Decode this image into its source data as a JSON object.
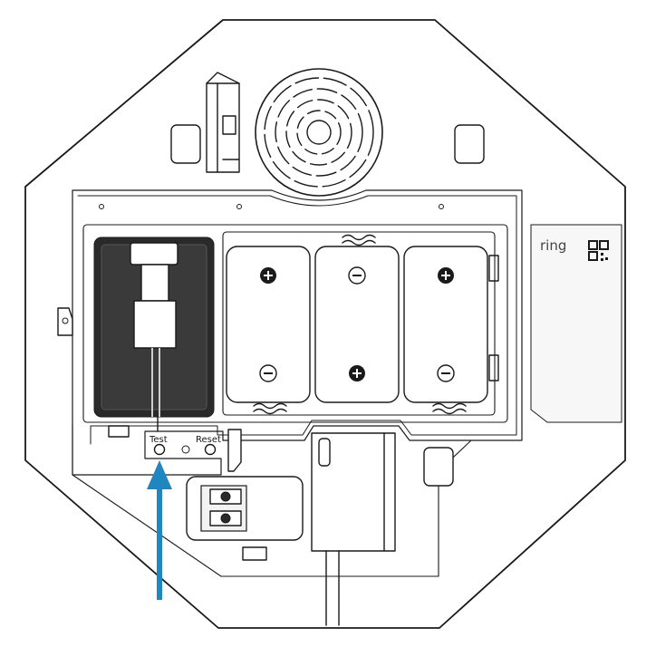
{
  "labels": {
    "test": "Test",
    "reset": "Reset",
    "brand": "ring"
  },
  "batteries": [
    {
      "top": "+",
      "bottom": "−"
    },
    {
      "top": "−",
      "bottom": "+"
    },
    {
      "top": "+",
      "bottom": "−"
    }
  ],
  "colors": {
    "arrow": "#1f86c1",
    "line": "#1a1a1a"
  },
  "icons": [
    "qr-code-icon",
    "arrow-up-icon",
    "speaker-grille-icon"
  ]
}
